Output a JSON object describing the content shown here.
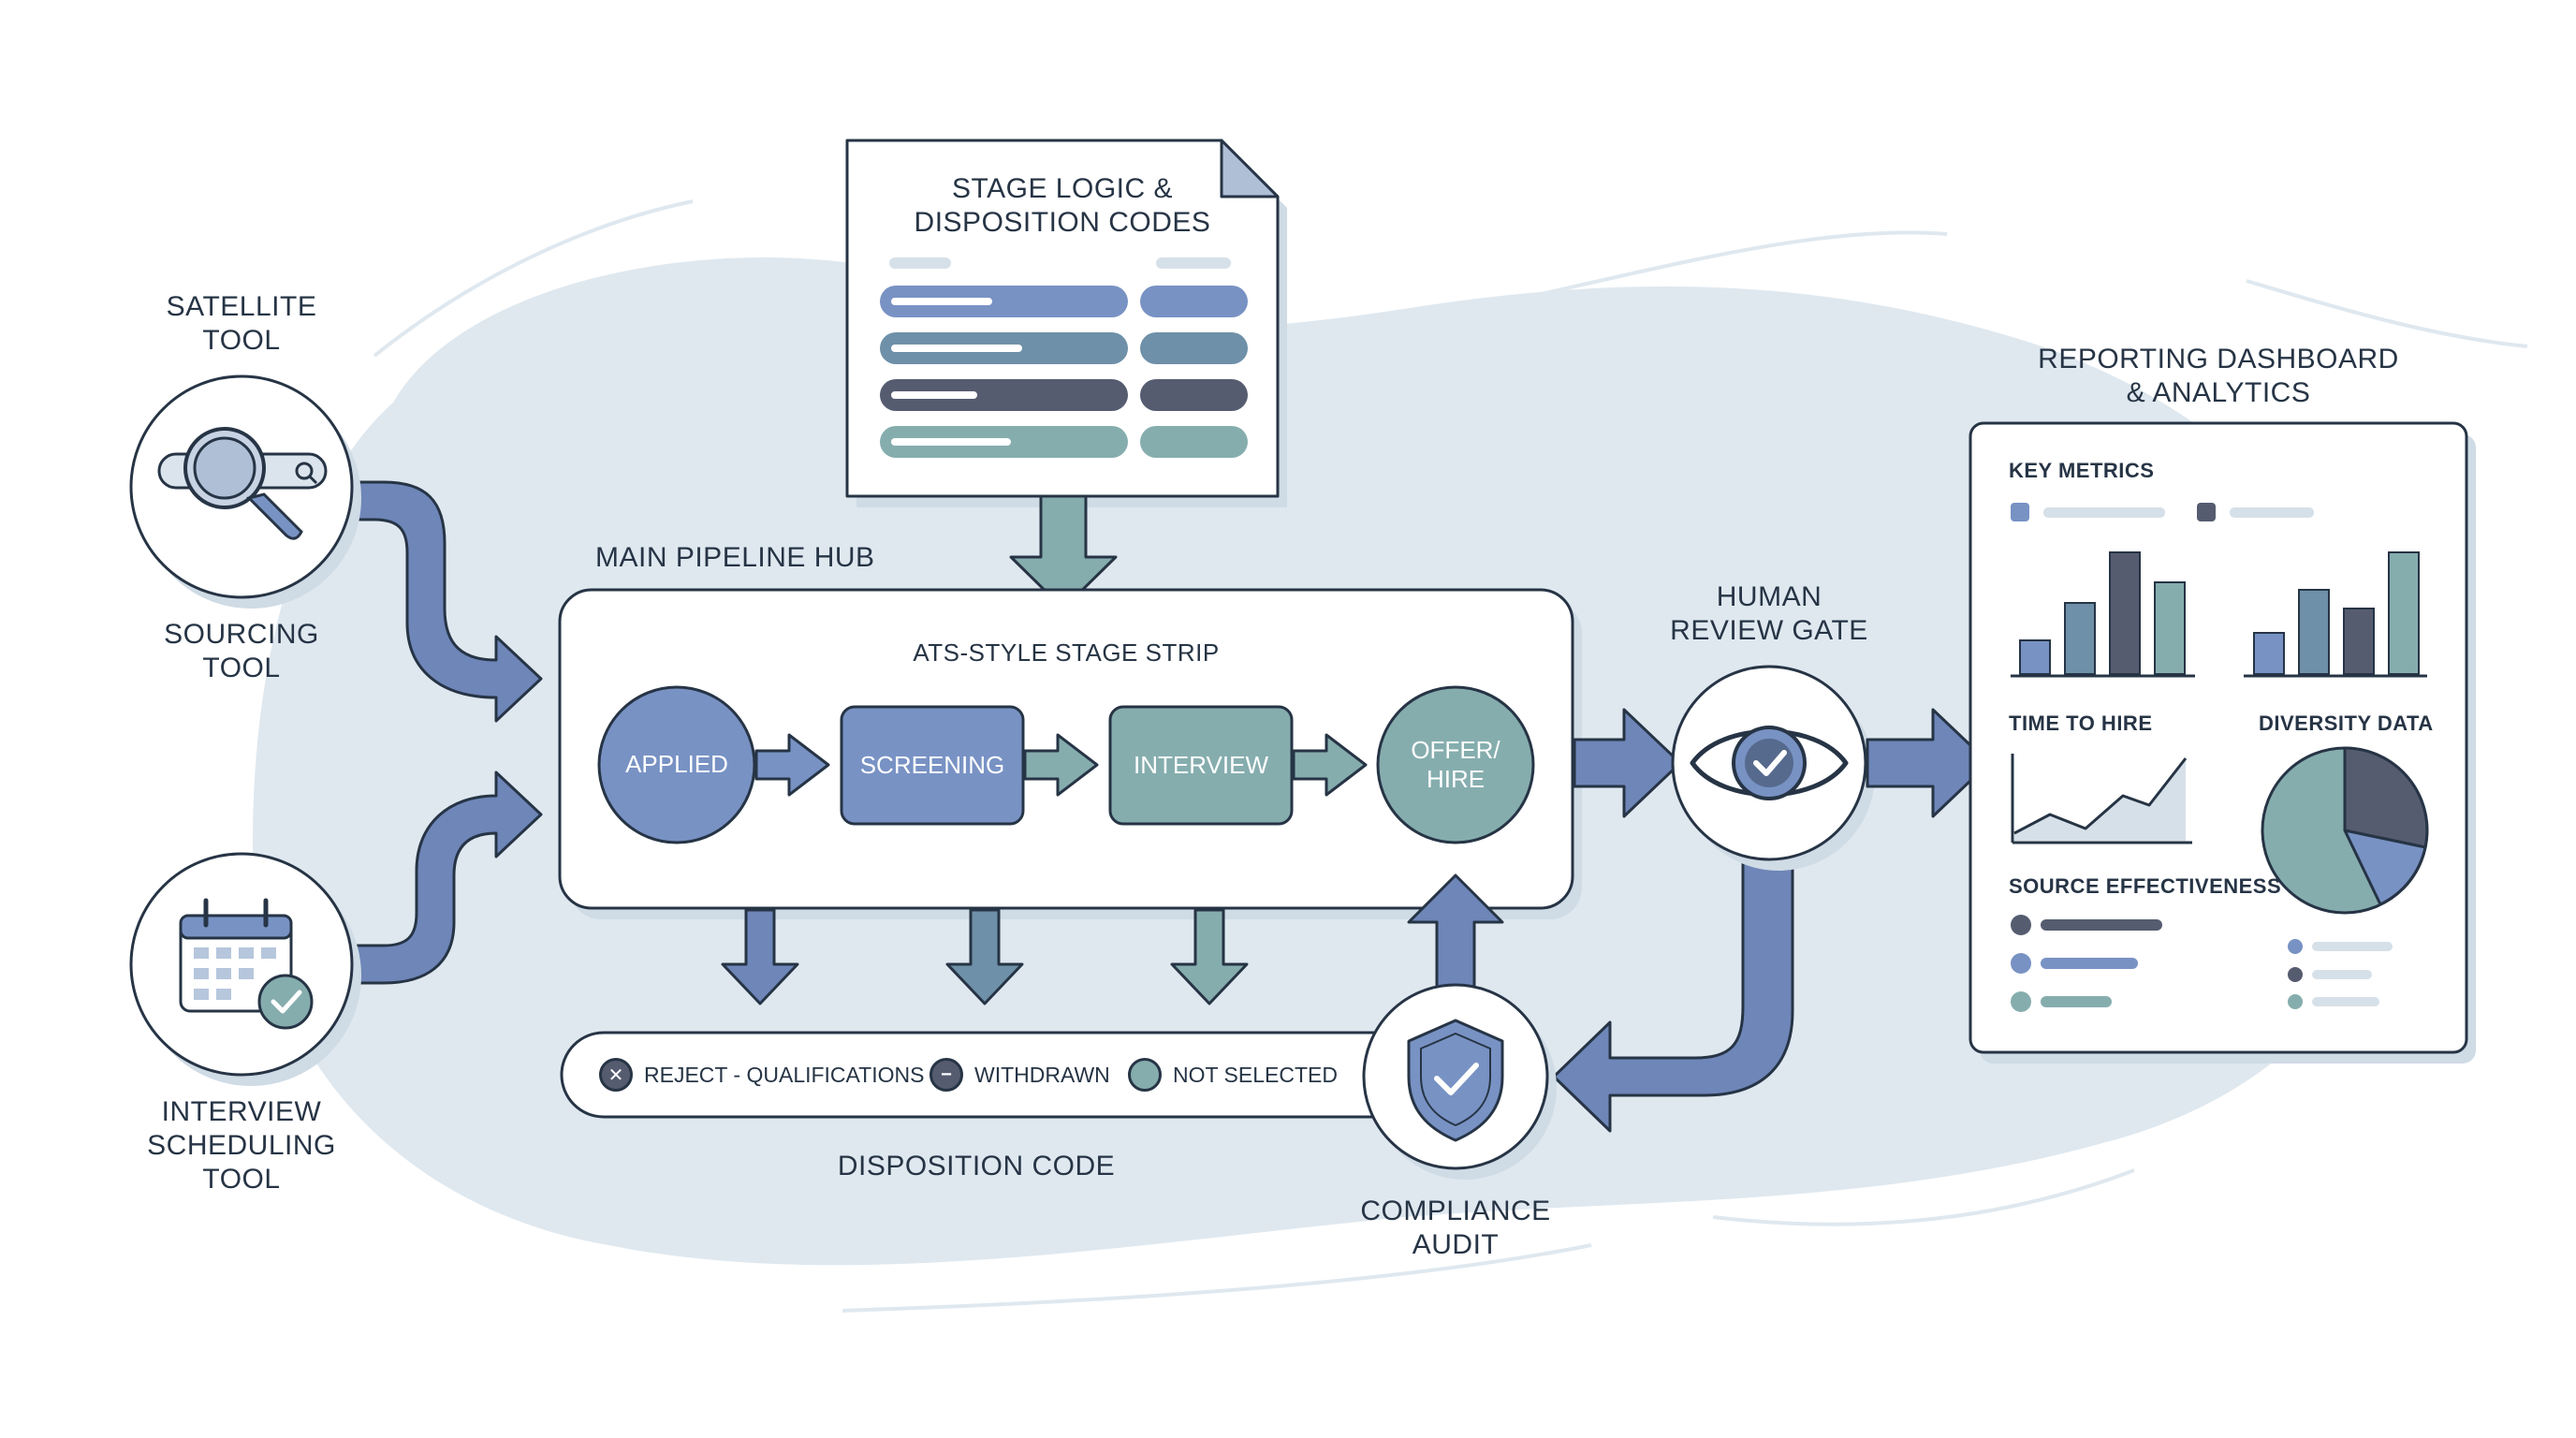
{
  "colors": {
    "blue": "#7892c4",
    "steel": "#6e90a8",
    "slate": "#565c70",
    "sage": "#86adae",
    "outline": "#263445",
    "cloud": "#dfe8ef",
    "arrow": "#6e86b8"
  },
  "sources": {
    "satellite": {
      "line1": "SATELLITE",
      "line2": "TOOL",
      "icon": "search-bar-magnifier-icon"
    },
    "sourcing": {
      "line1": "SOURCING",
      "line2": "TOOL"
    },
    "interview_scheduling": {
      "line1": "INTERVIEW",
      "line2": "SCHEDULING",
      "line3": "TOOL",
      "icon": "calendar-check-icon"
    }
  },
  "stage_doc": {
    "line1": "STAGE LOGIC &",
    "line2": "DISPOSITION CODES"
  },
  "hub": {
    "title": "MAIN PIPELINE HUB",
    "strip_label": "ATS-STYLE STAGE STRIP",
    "stages": [
      {
        "line1": "APPLIED",
        "line2": ""
      },
      {
        "line1": "SCREENING",
        "line2": ""
      },
      {
        "line1": "INTERVIEW",
        "line2": ""
      },
      {
        "line1": "OFFER/",
        "line2": "HIRE"
      }
    ]
  },
  "disposition": {
    "title": "DISPOSITION CODE",
    "codes": [
      {
        "label": "REJECT - QUALIFICATIONS",
        "icon": "x-circle-icon"
      },
      {
        "label": "WITHDRAWN",
        "icon": "minus-circle-icon"
      },
      {
        "label": "NOT SELECTED",
        "icon": "dot-circle-icon"
      }
    ]
  },
  "review_gate": {
    "line1": "HUMAN",
    "line2": "REVIEW GATE",
    "icon": "eye-check-icon"
  },
  "compliance": {
    "line1": "COMPLIANCE",
    "line2": "AUDIT",
    "icon": "shield-check-icon"
  },
  "dashboard": {
    "line1": "REPORTING DASHBOARD",
    "line2": "& ANALYTICS",
    "key_metrics": "KEY METRICS",
    "time_to_hire": "TIME TO HIRE",
    "diversity_data": "DIVERSITY DATA",
    "source_effectiveness": "SOURCE EFFECTIVENESS"
  }
}
